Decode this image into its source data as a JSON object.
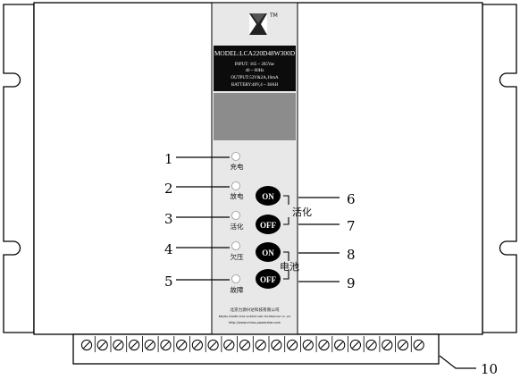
{
  "panel": {
    "model": "MODEL:LCA220D48W300D",
    "input": "INPUT: 165 ~ 265Vac",
    "input2": "40 ~ 60Hz",
    "output": "OUTPUT:53V&2A,16mA",
    "battery": "BATTERY:48V,4 ~ 38AH",
    "company_cn": "北京力源兴达科技有限公司",
    "company_en": "BEIJING POWER STAR SCIENCE AND TECHNOLOGY Co.,Ltd",
    "website": "http://www.china-powerstar.com"
  },
  "indicators": [
    {
      "number": "1",
      "label": "充电"
    },
    {
      "number": "2",
      "label": "放电"
    },
    {
      "number": "3",
      "label": "活化"
    },
    {
      "number": "4",
      "label": "欠压"
    },
    {
      "number": "5",
      "label": "故障"
    }
  ],
  "buttons": [
    {
      "number": "6",
      "label": "ON"
    },
    {
      "number": "7",
      "label": "OFF"
    },
    {
      "number": "8",
      "label": "ON"
    },
    {
      "number": "9",
      "label": "OFF"
    }
  ],
  "groups": {
    "activation": "活化",
    "battery": "电池"
  },
  "terminal": {
    "number": "10",
    "count": 22
  }
}
